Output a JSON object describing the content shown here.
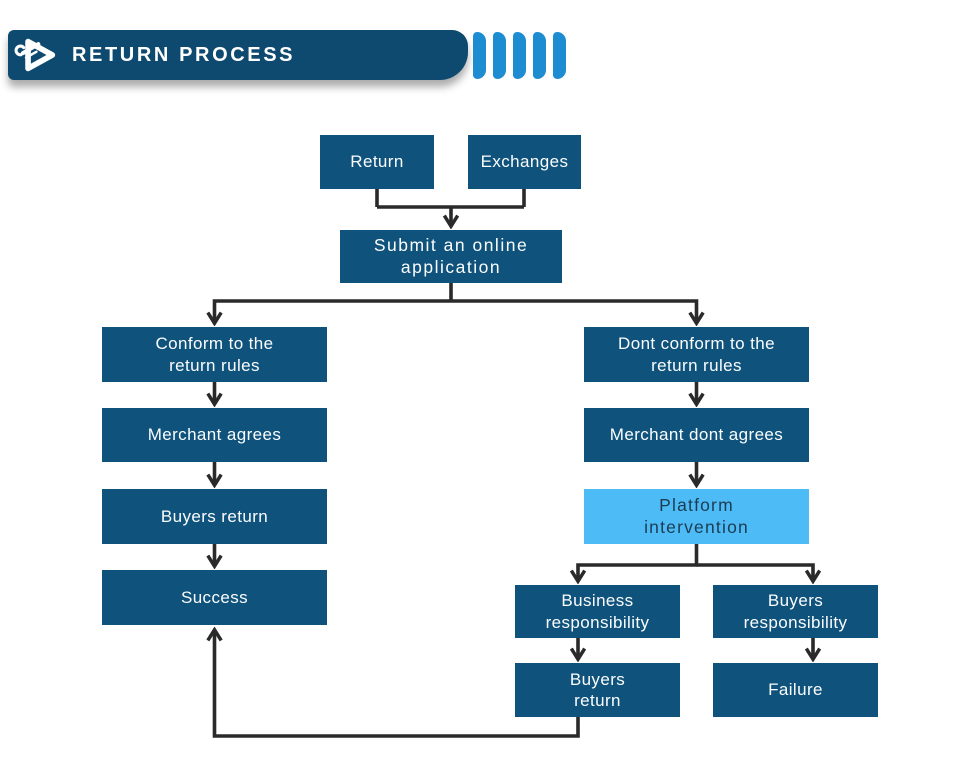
{
  "header": {
    "title": "RETURN PROCESS",
    "logo_icon": "wrench-triangle-logo",
    "accent_stripe_count": 5
  },
  "theme": {
    "banner": "#0E4A6F",
    "stripe": "#1E8CD1",
    "node-fill": "#0F527C",
    "node-text": "#FBFDFE",
    "highlight-fill": "#4DBBF5",
    "highlight-text": "#1D3C54",
    "connector": "#2A2A2A"
  },
  "flowchart": {
    "nodes": [
      {
        "id": "return",
        "label": "Return"
      },
      {
        "id": "exchanges",
        "label": "Exchanges"
      },
      {
        "id": "submit",
        "label": "Submit an online\napplication"
      },
      {
        "id": "conform",
        "label": "Conform to the\nreturn rules"
      },
      {
        "id": "merchant-agrees",
        "label": "Merchant agrees"
      },
      {
        "id": "buyers-return-left",
        "label": "Buyers return"
      },
      {
        "id": "success",
        "label": "Success"
      },
      {
        "id": "dont-conform",
        "label": "Dont conform to the\nreturn rules"
      },
      {
        "id": "merchant-dont-agrees",
        "label": "Merchant dont agrees"
      },
      {
        "id": "platform-intervention",
        "label": "Platform\nintervention",
        "highlighted": true
      },
      {
        "id": "business-responsibility",
        "label": "Business\nresponsibility"
      },
      {
        "id": "buyers-responsibility",
        "label": "Buyers\nresponsibility"
      },
      {
        "id": "buyers-return-right",
        "label": "Buyers\nreturn"
      },
      {
        "id": "failure",
        "label": "Failure"
      }
    ],
    "edges": [
      "return -> submit",
      "exchanges -> submit",
      "submit -> conform",
      "submit -> dont-conform",
      "conform -> merchant-agrees",
      "merchant-agrees -> buyers-return-left",
      "buyers-return-left -> success",
      "dont-conform -> merchant-dont-agrees",
      "merchant-dont-agrees -> platform-intervention",
      "platform-intervention -> business-responsibility",
      "platform-intervention -> buyers-responsibility",
      "business-responsibility -> buyers-return-right",
      "buyers-responsibility -> failure",
      "buyers-return-right -> success"
    ]
  }
}
